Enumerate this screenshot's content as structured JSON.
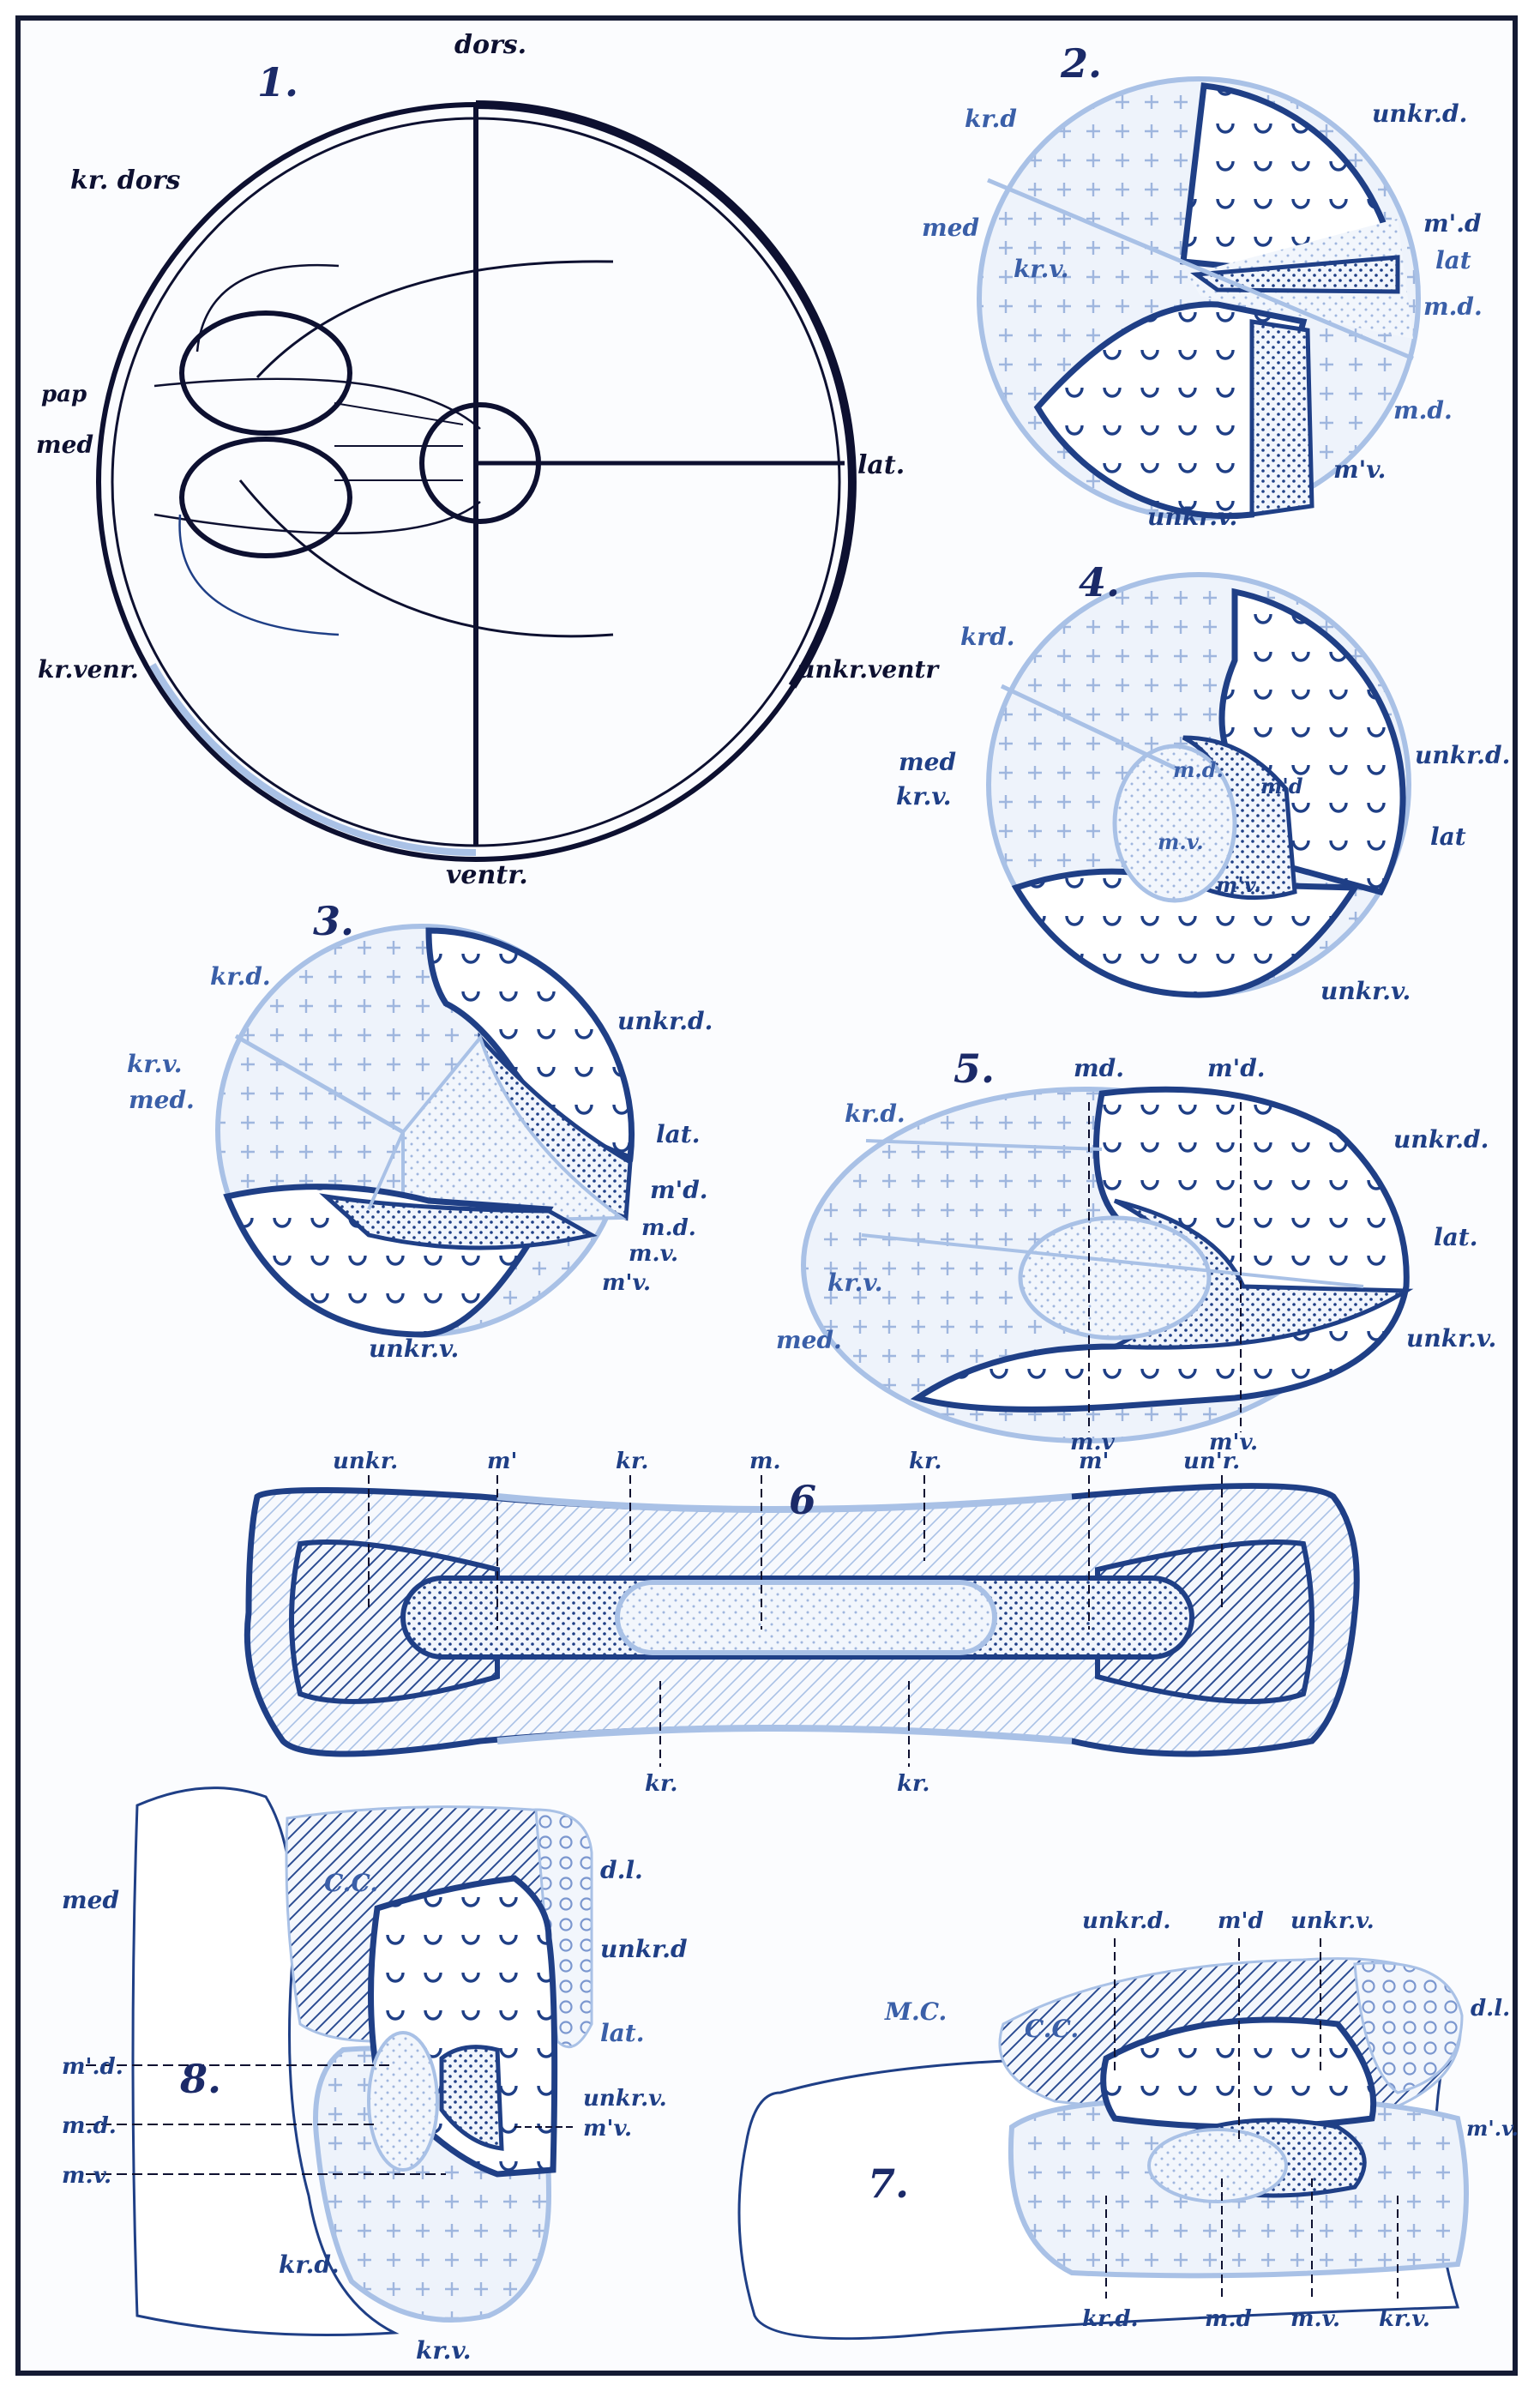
{
  "colors": {
    "dark_blue": "#1f3f86",
    "light_blue": "#a9c1e6",
    "ink": "#0d1030",
    "paper": "#fbfcfe"
  },
  "figures": [
    {
      "id": "1",
      "number": "1.",
      "labels": {
        "dorsal": "dors.",
        "ventral": "ventr.",
        "lateral": "lat.",
        "cross_dorsal": "kr. dors",
        "papilla": "pap",
        "medial": "med",
        "cross_ventral": "kr.venr.",
        "uncrossed_ventral": "unkr.ventr"
      }
    },
    {
      "id": "2",
      "number": "2.",
      "labels": {
        "kr_d": "kr.d",
        "unkr_d": "unkr.d.",
        "med": "med",
        "kr_v": "kr.v.",
        "mprime_d": "m'.d",
        "lat": "lat",
        "m_d1": "m.d.",
        "m_d2": "m.d.",
        "mprime_v": "m'v.",
        "unkr_v": "unkr.v."
      }
    },
    {
      "id": "3",
      "number": "3.",
      "labels": {
        "kr_d": "kr.d.",
        "unkr_d": "unkr.d.",
        "kr_v": "kr.v.",
        "med": "med.",
        "lat": "lat.",
        "mprime_d": "m'd.",
        "m_d": "m.d.",
        "m_v": "m.v.",
        "mprime_v": "m'v.",
        "unkr_v": "unkr.v."
      }
    },
    {
      "id": "4",
      "number": "4.",
      "labels": {
        "kr_d": "krd.",
        "med": "med",
        "kr_v": "kr.v.",
        "m_d": "m.d.",
        "mprime_d": "m'd",
        "m_v": "m.v.",
        "mprime_v": "m'v.",
        "unkr_d": "unkr.d.",
        "lat": "lat",
        "unkr_v": "unkr.v."
      }
    },
    {
      "id": "5",
      "number": "5.",
      "labels": {
        "m_d": "md.",
        "mprime_d": "m'd.",
        "kr_d": "kr.d.",
        "unkr_d": "unkr.d.",
        "lat": "lat.",
        "kr_v": "kr.v.",
        "med": "med.",
        "unkr_v": "unkr.v.",
        "m_v": "m.v",
        "mprime_v": "m'v."
      }
    },
    {
      "id": "6",
      "number": "6",
      "labels": {
        "unkr_left": "unkr.",
        "mprime_left": "m'",
        "kr_top_left": "kr.",
        "m": "m.",
        "kr_top_right": "kr.",
        "mprime_right": "m'",
        "unkr_right": "un'r.",
        "kr_bottom_left": "kr.",
        "kr_bottom_right": "kr."
      }
    },
    {
      "id": "7",
      "number": "7.",
      "labels": {
        "unkr_d": "unkr.d.",
        "mprime_d": "m'd",
        "unkr_v": "unkr.v.",
        "mc": "M.C.",
        "cc": "C.C.",
        "dl": "d.l.",
        "mprime_v": "m'.v.",
        "kr_d": "kr.d.",
        "m_d": "m.d",
        "m_v": "m.v.",
        "kr_v": "kr.v."
      }
    },
    {
      "id": "8",
      "number": "8.",
      "labels": {
        "med": "med",
        "cc": "C.C.",
        "dl": "d.l.",
        "unkr_d": "unkr.d",
        "lat": "lat.",
        "mprime_d": "m'.d.",
        "m_d": "m.d.",
        "m_v": "m.v.",
        "unkr_v": "unkr.v.",
        "mprime_v": "m'v.",
        "kr_d": "kr.d.",
        "kr_v": "kr.v."
      }
    }
  ]
}
